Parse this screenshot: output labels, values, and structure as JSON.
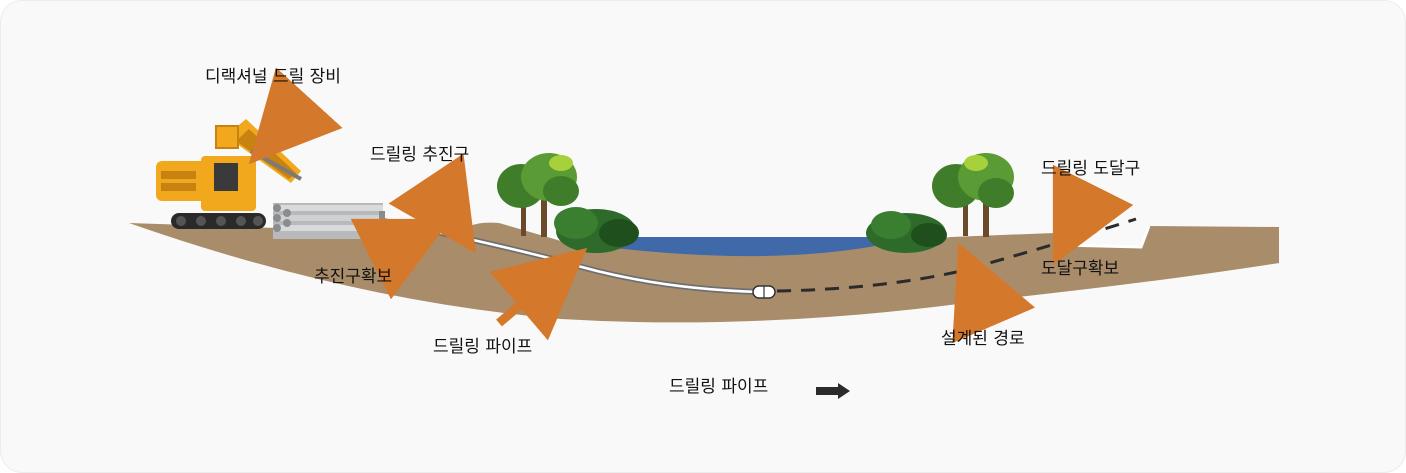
{
  "labels": {
    "equipment": "디랙셔널 드릴 장비",
    "entry": "드릴링 추진구",
    "exit": "드릴링 도달구",
    "entry_pit": "추진구확보",
    "exit_pit": "도달구확보",
    "pipe": "드릴링 파이프",
    "path": "설계된 경로"
  },
  "legend": {
    "label": "드릴링 파이프"
  },
  "colors": {
    "ground": "#a98c6a",
    "water": "#3f69a8",
    "arrow": "#d4782c",
    "rig": "#f2a81d",
    "tree_dark": "#2e6b2a",
    "tree_light": "#5b9b35",
    "path_dash": "#2b2b2b",
    "pipe": "#7a7a7a"
  }
}
